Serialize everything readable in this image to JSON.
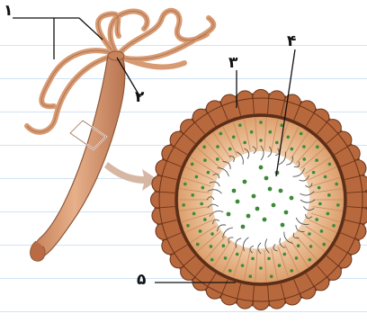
{
  "labels": {
    "one": "۱",
    "two": "۲",
    "three": "۳",
    "four": "۴",
    "five": "۵"
  },
  "colors": {
    "hydra_body": "#d89a72",
    "hydra_outline": "#8e5a3a",
    "outer_cells": "#b8683d",
    "inner_cells": "#e2a877",
    "membrane": "#5a2e18",
    "cavity": "#ffffff",
    "granules": "#3c8a38",
    "arrow": "#d6b7a3",
    "leader": "#111111"
  }
}
